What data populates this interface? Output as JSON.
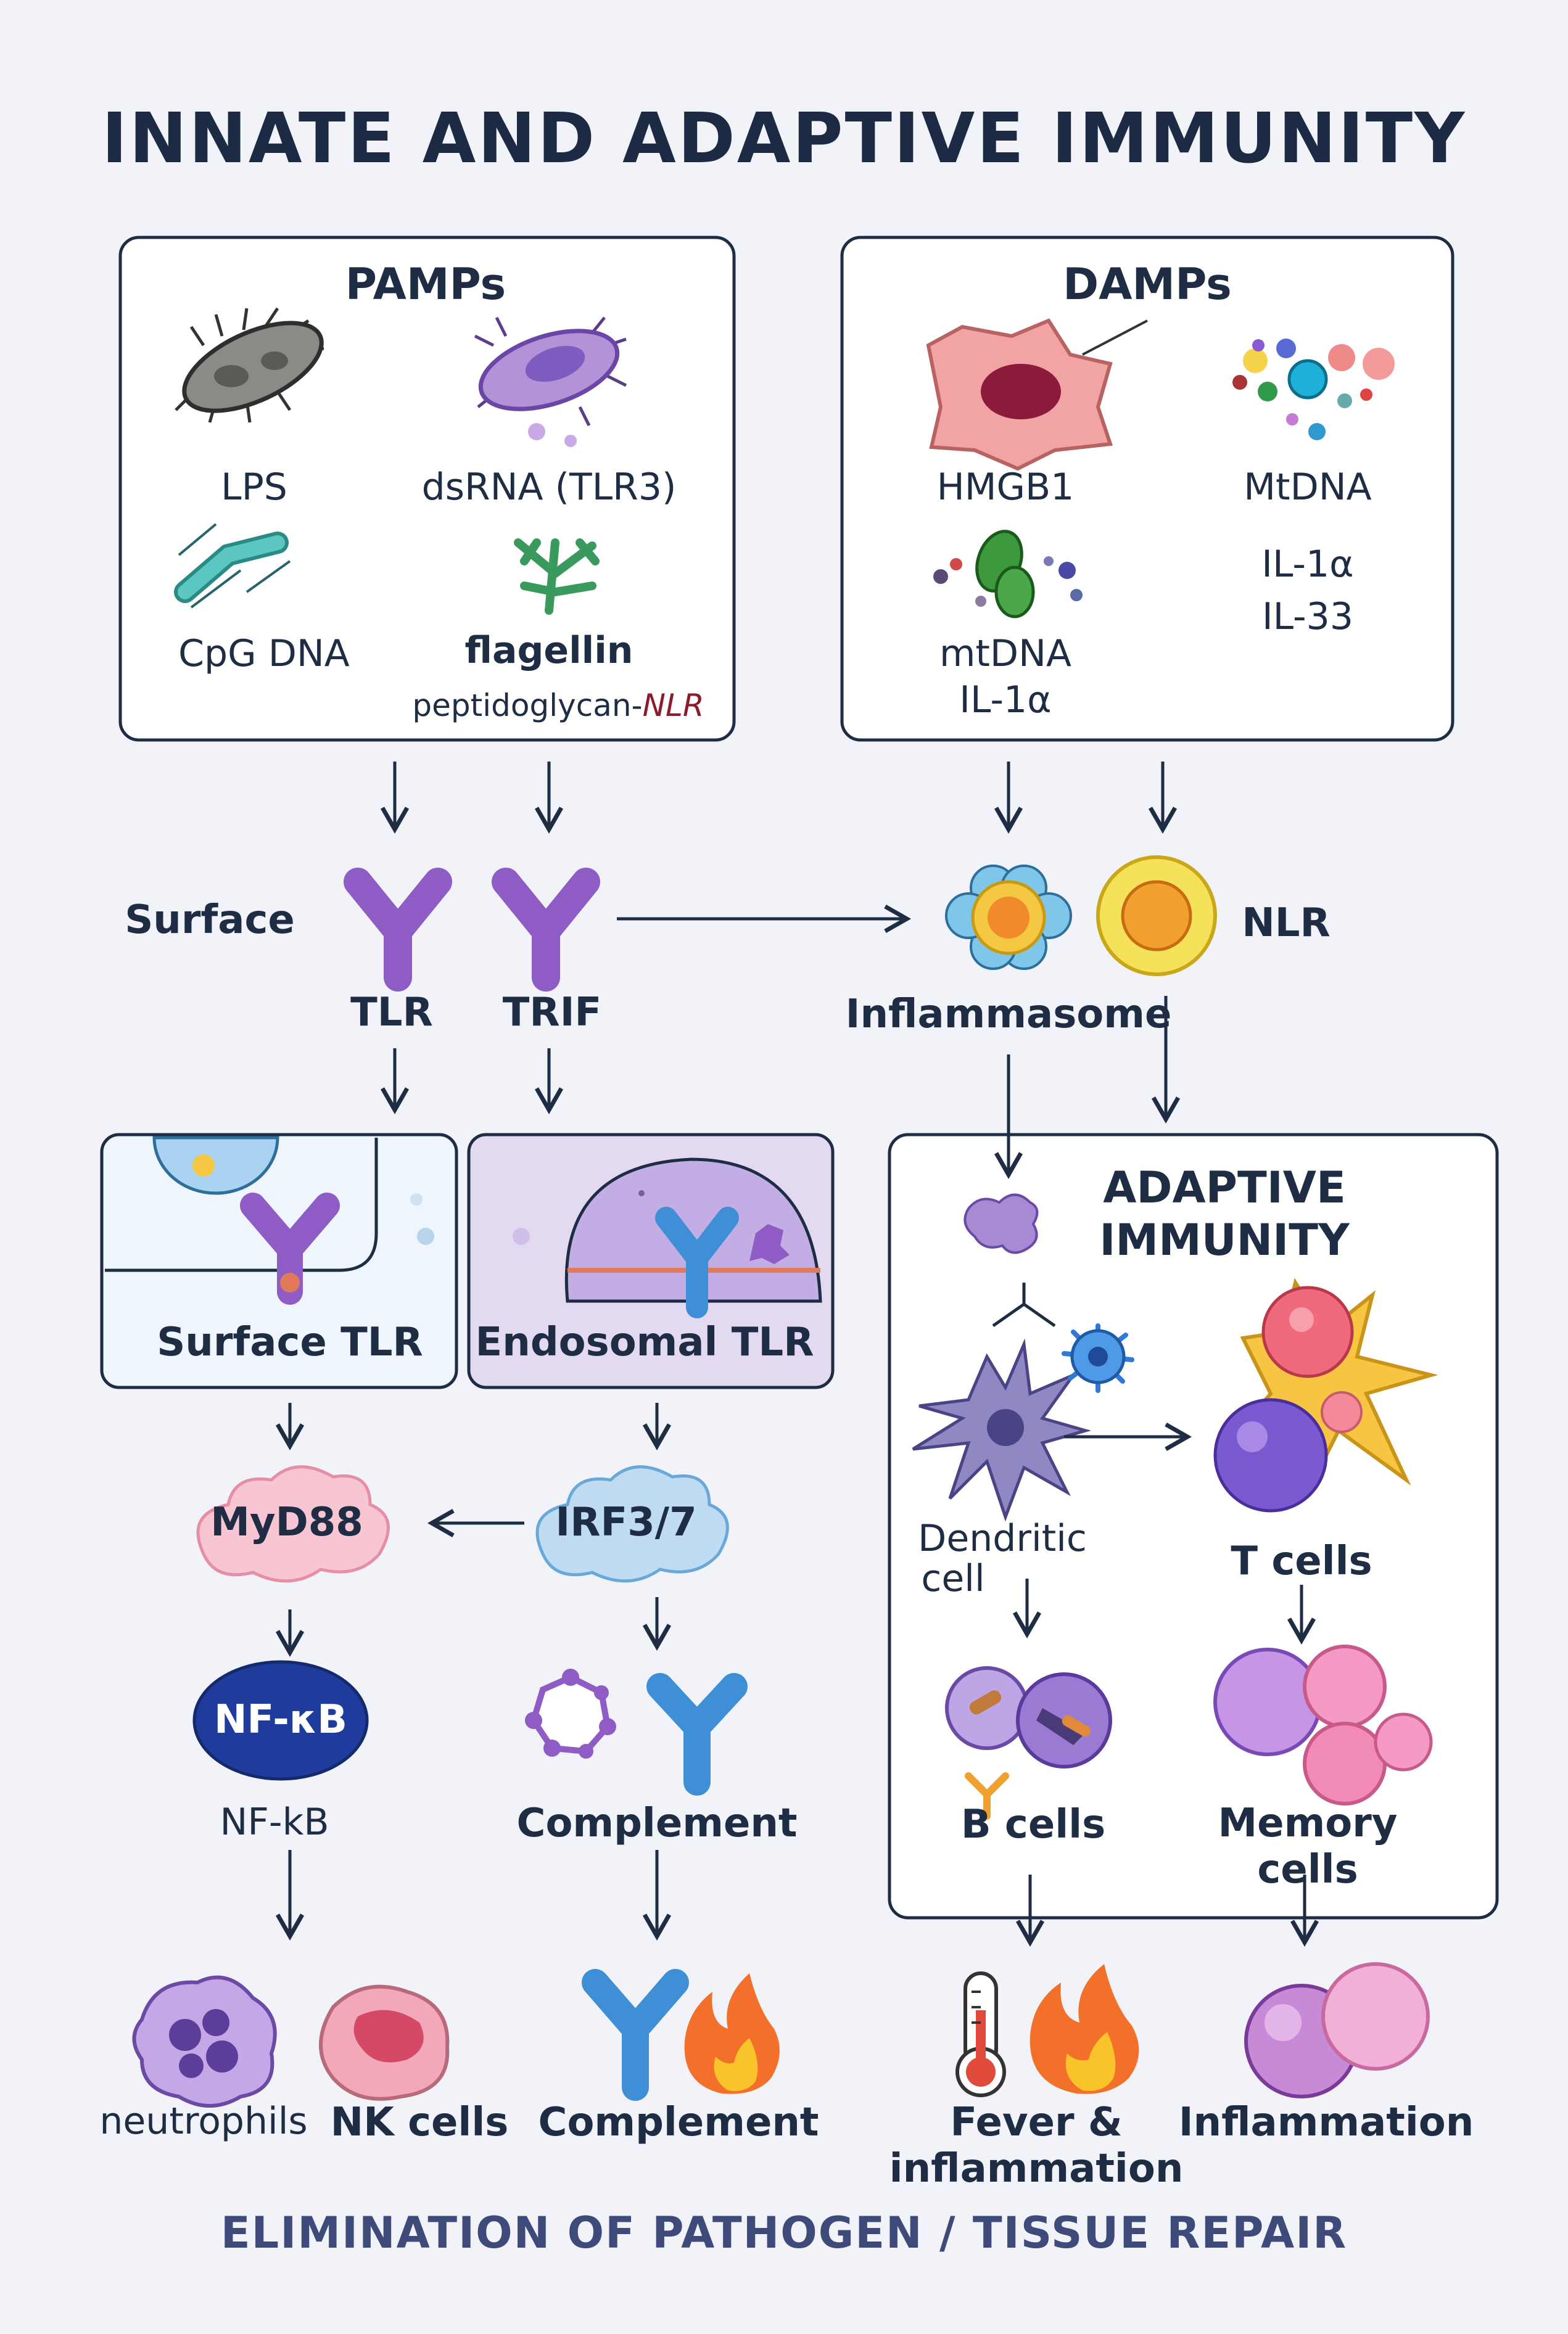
{
  "title": "INNATE AND ADAPTIVE IMMUNITY",
  "pamps": {
    "heading": "PAMPs",
    "items": [
      "LPS",
      "dsRNA (TLR3)",
      "CpG DNA",
      "flagellin"
    ],
    "extra_prefix": "peptidoglycan-",
    "extra_suffix": "NLR"
  },
  "damps": {
    "heading": "DAMPs",
    "items": [
      "HMGB1",
      "MtDNA",
      "mtDNA",
      "IL-1α",
      "IL-1α",
      "IL-33"
    ]
  },
  "receptors": {
    "surface": "Surface",
    "tlr": "TLR",
    "trif": "TRIF",
    "inflammasome": "Inflammasome",
    "nlr": "NLR"
  },
  "panels": {
    "surface_tlr": "Surface TLR",
    "endosomal_tlr": "Endosomal TLR"
  },
  "signaling": {
    "myd88": "MyD88",
    "irf": "IRF3/7",
    "nfkb_badge": "NF-κB",
    "nfkb_label": "NF-kB",
    "complement": "Complement"
  },
  "adaptive": {
    "heading_1": "ADAPTIVE",
    "heading_2": "IMMUNITY",
    "dendritic_1": "Dendritic",
    "dendritic_2": "cell",
    "t_cells": "T cells",
    "b_cells": "B cells",
    "memory_1": "Memory",
    "memory_2": "cells"
  },
  "outcomes": {
    "neutrophils": "neutrophils",
    "nk_cells": "NK cells",
    "complement": "Complement",
    "fever_1": "Fever &",
    "fever_2": "inflammation",
    "inflammation": "Inflammation"
  },
  "footer": "ELIMINATION OF PATHOGEN / TISSUE REPAIR",
  "colors": {
    "background": "#f1f3f8",
    "text": "#1f2d44",
    "receptor_purple": "#8e5cc4",
    "antibody_blue": "#3f8fd6",
    "nfkb_navy": "#1f3b9b",
    "myd88_pink": "#f8c6d2",
    "irf_blue": "#bfdcf3",
    "endosome_lilac": "#dcd1ee",
    "nlr_accent": "#8b1a2a"
  }
}
